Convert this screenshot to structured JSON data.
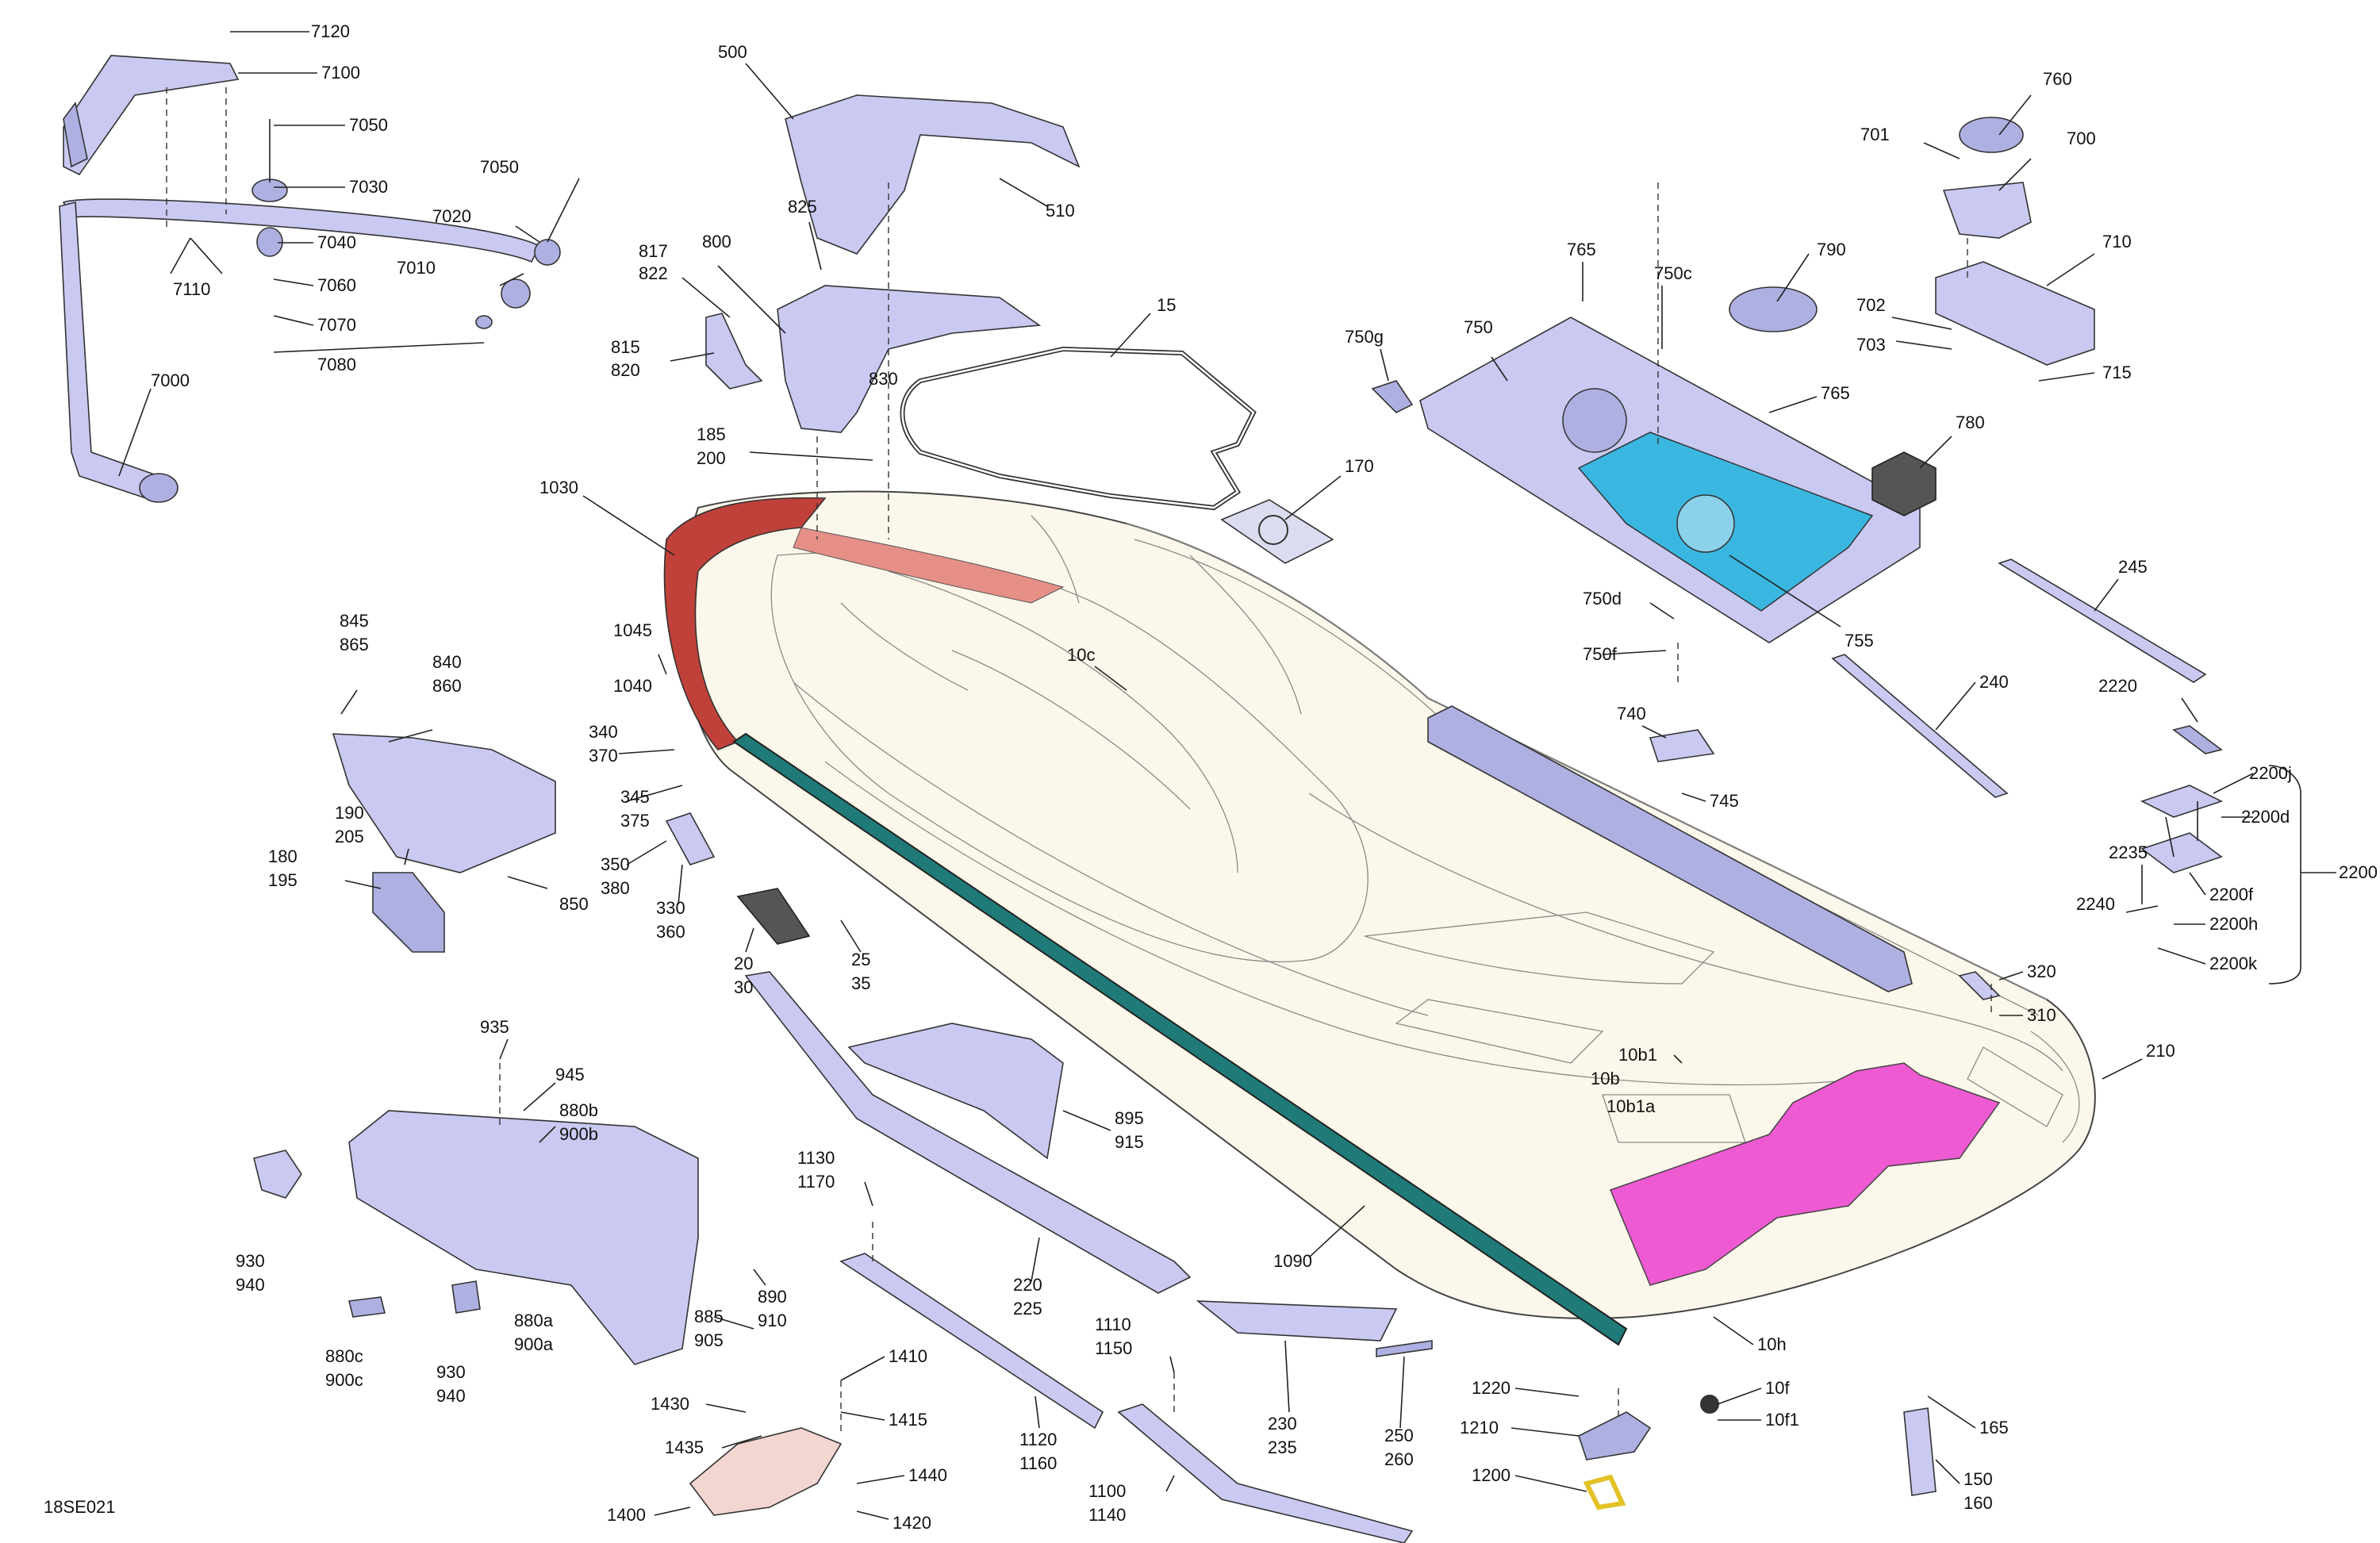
{
  "figure_code": "18SE021",
  "labels": [
    {
      "id": "7120",
      "text": "7120"
    },
    {
      "id": "7100",
      "text": "7100"
    },
    {
      "id": "7050a",
      "text": "7050"
    },
    {
      "id": "7050b",
      "text": "7050"
    },
    {
      "id": "7030",
      "text": "7030"
    },
    {
      "id": "7020",
      "text": "7020"
    },
    {
      "id": "7040",
      "text": "7040"
    },
    {
      "id": "7010",
      "text": "7010"
    },
    {
      "id": "7110",
      "text": "7110"
    },
    {
      "id": "7060",
      "text": "7060"
    },
    {
      "id": "7070",
      "text": "7070"
    },
    {
      "id": "7080",
      "text": "7080"
    },
    {
      "id": "7000",
      "text": "7000"
    },
    {
      "id": "500",
      "text": "500"
    },
    {
      "id": "510",
      "text": "510"
    },
    {
      "id": "825",
      "text": "825"
    },
    {
      "id": "817",
      "text": "817"
    },
    {
      "id": "822",
      "text": "822"
    },
    {
      "id": "800",
      "text": "800"
    },
    {
      "id": "815",
      "text": "815"
    },
    {
      "id": "820",
      "text": "820"
    },
    {
      "id": "830",
      "text": "830"
    },
    {
      "id": "15",
      "text": "15"
    },
    {
      "id": "185",
      "text": "185"
    },
    {
      "id": "200",
      "text": "200"
    },
    {
      "id": "170",
      "text": "170"
    },
    {
      "id": "1030",
      "text": "1030"
    },
    {
      "id": "765a",
      "text": "765"
    },
    {
      "id": "750c",
      "text": "750c"
    },
    {
      "id": "790",
      "text": "790"
    },
    {
      "id": "750g",
      "text": "750g"
    },
    {
      "id": "750",
      "text": "750"
    },
    {
      "id": "765b",
      "text": "765"
    },
    {
      "id": "780",
      "text": "780"
    },
    {
      "id": "750d",
      "text": "750d"
    },
    {
      "id": "750f",
      "text": "750f"
    },
    {
      "id": "755",
      "text": "755"
    },
    {
      "id": "760",
      "text": "760"
    },
    {
      "id": "701",
      "text": "701"
    },
    {
      "id": "700",
      "text": "700"
    },
    {
      "id": "710",
      "text": "710"
    },
    {
      "id": "702",
      "text": "702"
    },
    {
      "id": "703",
      "text": "703"
    },
    {
      "id": "715",
      "text": "715"
    },
    {
      "id": "245",
      "text": "245"
    },
    {
      "id": "240",
      "text": "240"
    },
    {
      "id": "845",
      "text": "845"
    },
    {
      "id": "865",
      "text": "865"
    },
    {
      "id": "840",
      "text": "840"
    },
    {
      "id": "860",
      "text": "860"
    },
    {
      "id": "1045",
      "text": "1045"
    },
    {
      "id": "1040",
      "text": "1040"
    },
    {
      "id": "10c",
      "text": "10c"
    },
    {
      "id": "340",
      "text": "340"
    },
    {
      "id": "370",
      "text": "370"
    },
    {
      "id": "345",
      "text": "345"
    },
    {
      "id": "375",
      "text": "375"
    },
    {
      "id": "190",
      "text": "190"
    },
    {
      "id": "205",
      "text": "205"
    },
    {
      "id": "180",
      "text": "180"
    },
    {
      "id": "195",
      "text": "195"
    },
    {
      "id": "350",
      "text": "350"
    },
    {
      "id": "380",
      "text": "380"
    },
    {
      "id": "850",
      "text": "850"
    },
    {
      "id": "330",
      "text": "330"
    },
    {
      "id": "360",
      "text": "360"
    },
    {
      "id": "20",
      "text": "20"
    },
    {
      "id": "30",
      "text": "30"
    },
    {
      "id": "25",
      "text": "25"
    },
    {
      "id": "35",
      "text": "35"
    },
    {
      "id": "740",
      "text": "740"
    },
    {
      "id": "745",
      "text": "745"
    },
    {
      "id": "2220",
      "text": "2220"
    },
    {
      "id": "2200j",
      "text": "2200j"
    },
    {
      "id": "2200d",
      "text": "2200d"
    },
    {
      "id": "2200",
      "text": "2200"
    },
    {
      "id": "2235",
      "text": "2235"
    },
    {
      "id": "2240",
      "text": "2240"
    },
    {
      "id": "2200f",
      "text": "2200f"
    },
    {
      "id": "2200h",
      "text": "2200h"
    },
    {
      "id": "2200k",
      "text": "2200k"
    },
    {
      "id": "320",
      "text": "320"
    },
    {
      "id": "310",
      "text": "310"
    },
    {
      "id": "210",
      "text": "210"
    },
    {
      "id": "935",
      "text": "935"
    },
    {
      "id": "945",
      "text": "945"
    },
    {
      "id": "880b",
      "text": "880b"
    },
    {
      "id": "900b",
      "text": "900b"
    },
    {
      "id": "10b1",
      "text": "10b1"
    },
    {
      "id": "10b",
      "text": "10b"
    },
    {
      "id": "10b1a",
      "text": "10b1a"
    },
    {
      "id": "895",
      "text": "895"
    },
    {
      "id": "915",
      "text": "915"
    },
    {
      "id": "1130",
      "text": "1130"
    },
    {
      "id": "1170",
      "text": "1170"
    },
    {
      "id": "930a",
      "text": "930"
    },
    {
      "id": "940a",
      "text": "940"
    },
    {
      "id": "1090",
      "text": "1090"
    },
    {
      "id": "220",
      "text": "220"
    },
    {
      "id": "225",
      "text": "225"
    },
    {
      "id": "890",
      "text": "890"
    },
    {
      "id": "910",
      "text": "910"
    },
    {
      "id": "885",
      "text": "885"
    },
    {
      "id": "905",
      "text": "905"
    },
    {
      "id": "880a",
      "text": "880a"
    },
    {
      "id": "900a",
      "text": "900a"
    },
    {
      "id": "10h",
      "text": "10h"
    },
    {
      "id": "880c",
      "text": "880c"
    },
    {
      "id": "900c",
      "text": "900c"
    },
    {
      "id": "930b",
      "text": "930"
    },
    {
      "id": "940b",
      "text": "940"
    },
    {
      "id": "1110",
      "text": "1110"
    },
    {
      "id": "1150",
      "text": "1150"
    },
    {
      "id": "1410",
      "text": "1410"
    },
    {
      "id": "1415",
      "text": "1415"
    },
    {
      "id": "1430",
      "text": "1430"
    },
    {
      "id": "1435",
      "text": "1435"
    },
    {
      "id": "1440",
      "text": "1440"
    },
    {
      "id": "1400",
      "text": "1400"
    },
    {
      "id": "1420",
      "text": "1420"
    },
    {
      "id": "1120",
      "text": "1120"
    },
    {
      "id": "1160",
      "text": "1160"
    },
    {
      "id": "230",
      "text": "230"
    },
    {
      "id": "235",
      "text": "235"
    },
    {
      "id": "250",
      "text": "250"
    },
    {
      "id": "260",
      "text": "260"
    },
    {
      "id": "1100",
      "text": "1100"
    },
    {
      "id": "1140",
      "text": "1140"
    },
    {
      "id": "1220",
      "text": "1220"
    },
    {
      "id": "1210",
      "text": "1210"
    },
    {
      "id": "1200",
      "text": "1200"
    },
    {
      "id": "10f",
      "text": "10f"
    },
    {
      "id": "10f1",
      "text": "10f1"
    },
    {
      "id": "165",
      "text": "165"
    },
    {
      "id": "150",
      "text": "150"
    },
    {
      "id": "160",
      "text": "160"
    }
  ],
  "colors": {
    "part_fill": "#c9c9f2",
    "hull_fill": "#fbf7ea",
    "bumper_red": "#c0413a",
    "rub_rail_teal": "#1f7a78",
    "mat_blue": "#3ab7e0",
    "mat_pink": "#ee5ad2",
    "gasket_yellow": "#e3c226",
    "bracket_pink": "#f3d6d0"
  }
}
